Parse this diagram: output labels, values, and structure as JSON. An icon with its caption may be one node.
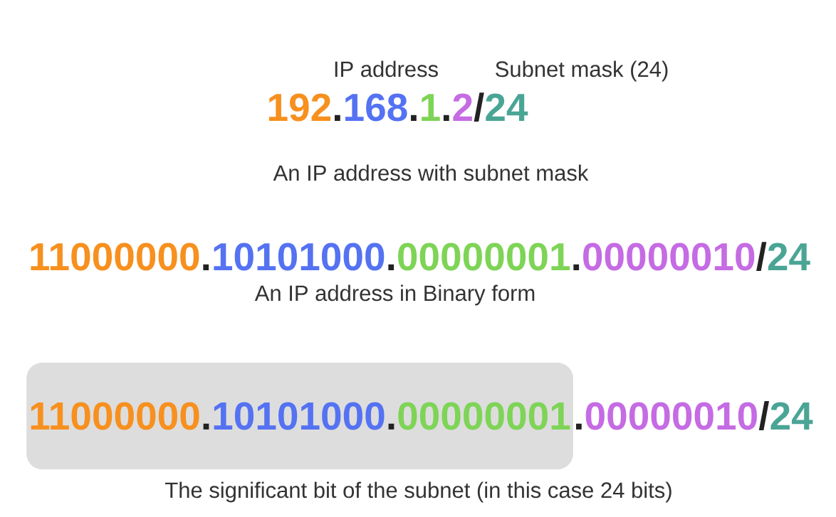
{
  "diagram": {
    "nodes": [
      {
        "text": [
          "11000000",
          ".",
          "10101000",
          ".",
          "00000001"
        ]
      }
    ],
    "labels": [
      "IP address",
      "Subnet mask (24)",
      "192",
      ".",
      "168",
      ".",
      "1",
      ".",
      "2",
      "/",
      "24",
      "An IP address with subnet mask",
      "11000000",
      ".",
      "10101000",
      ".",
      "00000001",
      ".",
      "00000010",
      "/",
      "24",
      "An IP address in Binary form",
      ".",
      "00000010",
      "/",
      "24",
      "The significant bit of the subnet (in this case 24 bits)"
    ]
  }
}
